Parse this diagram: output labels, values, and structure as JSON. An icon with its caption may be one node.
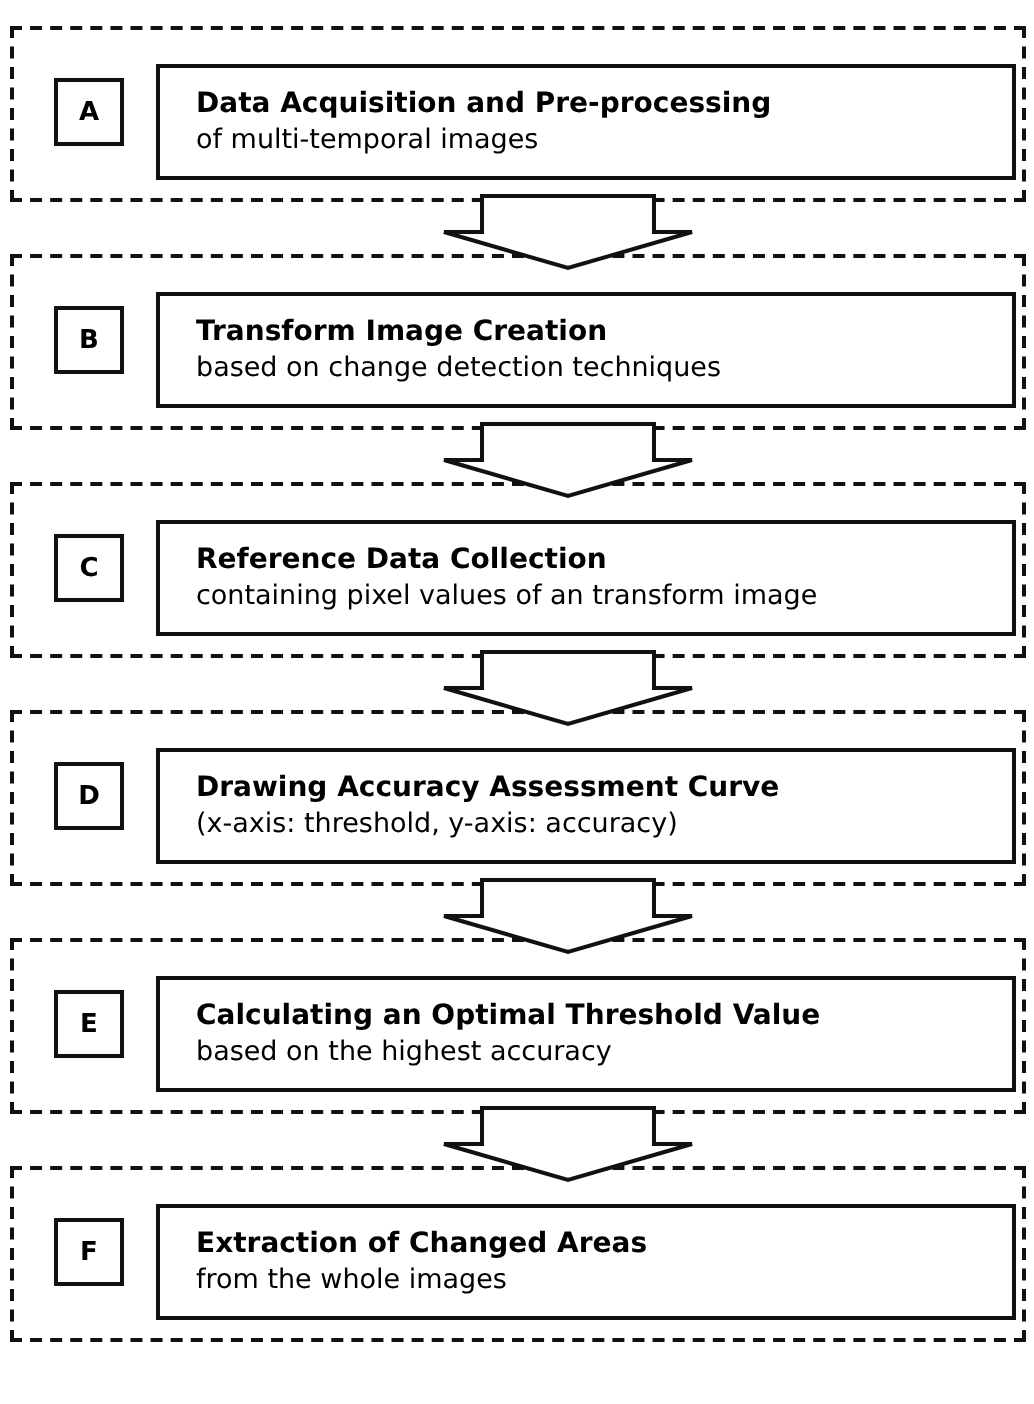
{
  "diagram": {
    "nodes": [
      {
        "text": [],
        "shape": "box"
      },
      {
        "text": [
          "A"
        ],
        "in": 0
      },
      {
        "text": [
          "Data Acquisition and Pre-processing",
          "of multi-temporal images"
        ],
        "in": 0
      },
      {
        "text": [],
        "shape": "box"
      },
      {
        "text": [
          "B"
        ],
        "in": 3
      },
      {
        "text": [
          "Transform Image Creation",
          "based on change detection techniques"
        ],
        "in": 3
      },
      {
        "text": [],
        "shape": "box"
      },
      {
        "text": [
          "C"
        ],
        "in": 6
      },
      {
        "text": [
          "Reference Data Collection",
          "containing pixel values of an transform image"
        ],
        "in": 6
      },
      {
        "text": [],
        "shape": "box"
      },
      {
        "text": [
          "D"
        ],
        "in": 9
      },
      {
        "text": [
          "Drawing Accuracy Assessment Curve",
          "(x-axis: threshold, y-axis: accuracy)"
        ],
        "in": 9
      },
      {
        "text": [],
        "shape": "box"
      },
      {
        "text": [
          "E"
        ],
        "in": 12
      },
      {
        "text": [
          "Calculating an Optimal Threshold Value",
          "based on the highest accuracy"
        ],
        "in": 12
      },
      {
        "text": [],
        "shape": "box"
      },
      {
        "text": [
          "F"
        ],
        "in": 15
      },
      {
        "text": [
          "Extraction of Changed Areas",
          "from the whole images"
        ],
        "in": 15
      }
    ],
    "edges": [
      {
        "from": 2,
        "to": 5,
        "arrow": "to"
      },
      {
        "from": 5,
        "to": 8,
        "arrow": "to"
      },
      {
        "from": 8,
        "to": 11,
        "arrow": "to"
      },
      {
        "from": 11,
        "to": 14,
        "arrow": "to"
      },
      {
        "from": 14,
        "to": 17,
        "arrow": "to"
      }
    ]
  }
}
